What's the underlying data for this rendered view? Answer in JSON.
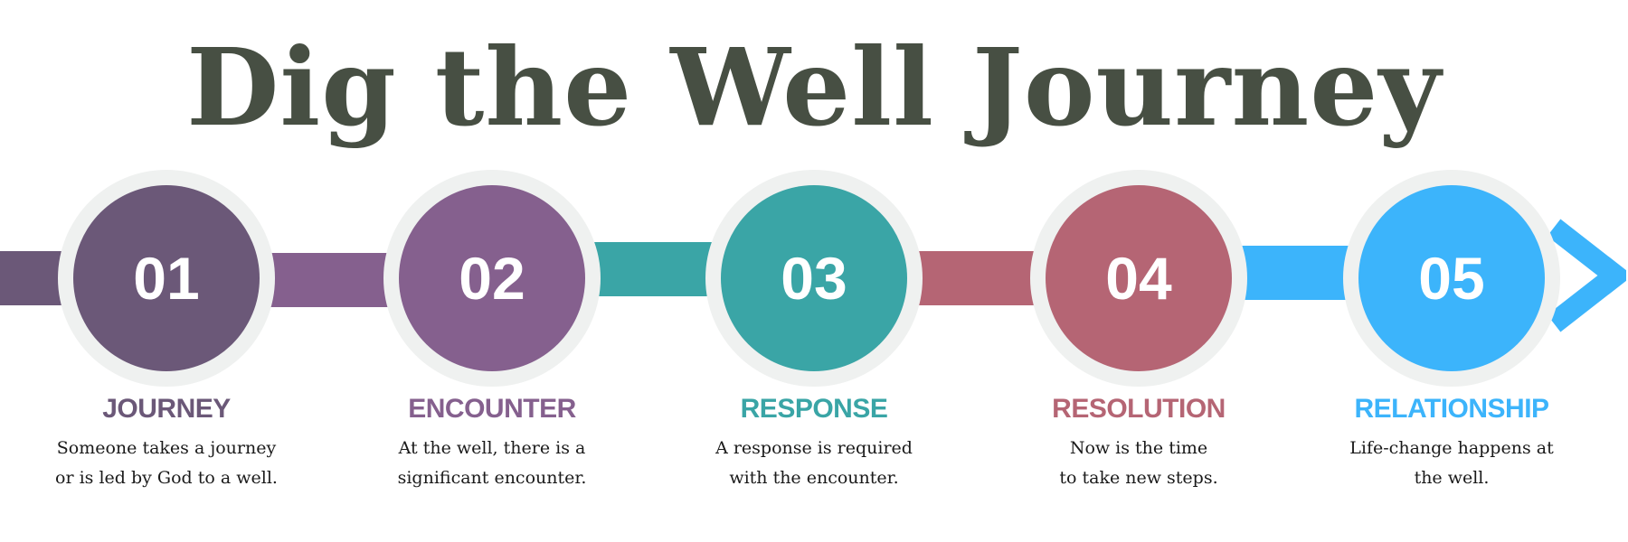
{
  "title": "Dig the Well Journey",
  "colors": {
    "title": "#474f43",
    "ring": "#eff1f0"
  },
  "steps": [
    {
      "number": "01",
      "label": "JOURNEY",
      "desc": [
        "Someone takes a journey",
        "or is led by God to a well."
      ],
      "color": "#6b5878"
    },
    {
      "number": "02",
      "label": "ENCOUNTER",
      "desc": [
        "At the well, there is a",
        "significant encounter."
      ],
      "color": "#85608e"
    },
    {
      "number": "03",
      "label": "RESPONSE",
      "desc": [
        "A response is required",
        "with the encounter."
      ],
      "color": "#3aa5a6"
    },
    {
      "number": "04",
      "label": "RESOLUTION",
      "desc": [
        "Now is the time",
        "to take new steps."
      ],
      "color": "#b56574"
    },
    {
      "number": "05",
      "label": "RELATIONSHIP",
      "desc": [
        "Life-change happens at",
        "the well."
      ],
      "color": "#3cb4fb"
    }
  ]
}
